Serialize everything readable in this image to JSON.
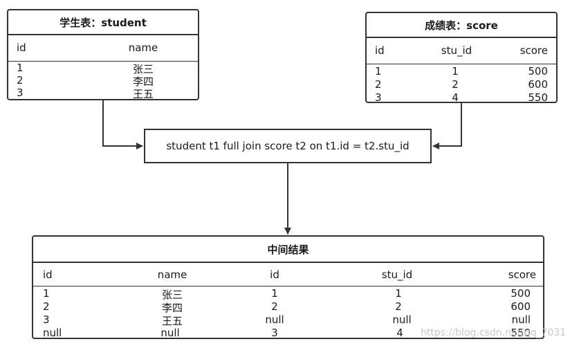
{
  "student_table": {
    "title": "学生表：student",
    "headers": [
      "id",
      "name"
    ],
    "rows": [
      [
        "1",
        "张三"
      ],
      [
        "2",
        "李四"
      ],
      [
        "3",
        "王五"
      ]
    ]
  },
  "score_table": {
    "title": "成绩表：score",
    "headers": [
      "id",
      "stu_id",
      "score"
    ],
    "rows": [
      [
        "1",
        "1",
        "500"
      ],
      [
        "2",
        "2",
        "600"
      ],
      [
        "3",
        "4",
        "550"
      ]
    ]
  },
  "join": {
    "label": "student t1 full join score t2 on t1.id = t2.stu_id"
  },
  "result_table": {
    "title": "中间结果",
    "headers": [
      "id",
      "name",
      "id",
      "stu_id",
      "score"
    ],
    "rows": [
      [
        "1",
        "张三",
        "1",
        "1",
        "500"
      ],
      [
        "2",
        "李四",
        "2",
        "2",
        "600"
      ],
      [
        "3",
        "王五",
        "null",
        "null",
        "null"
      ],
      [
        "null",
        "null",
        "3",
        "4",
        "550"
      ]
    ]
  },
  "watermark": "https://blog.csdn.net/qq_7031",
  "colors": {
    "line": "#333333",
    "watermark": "#c8c8c8"
  }
}
